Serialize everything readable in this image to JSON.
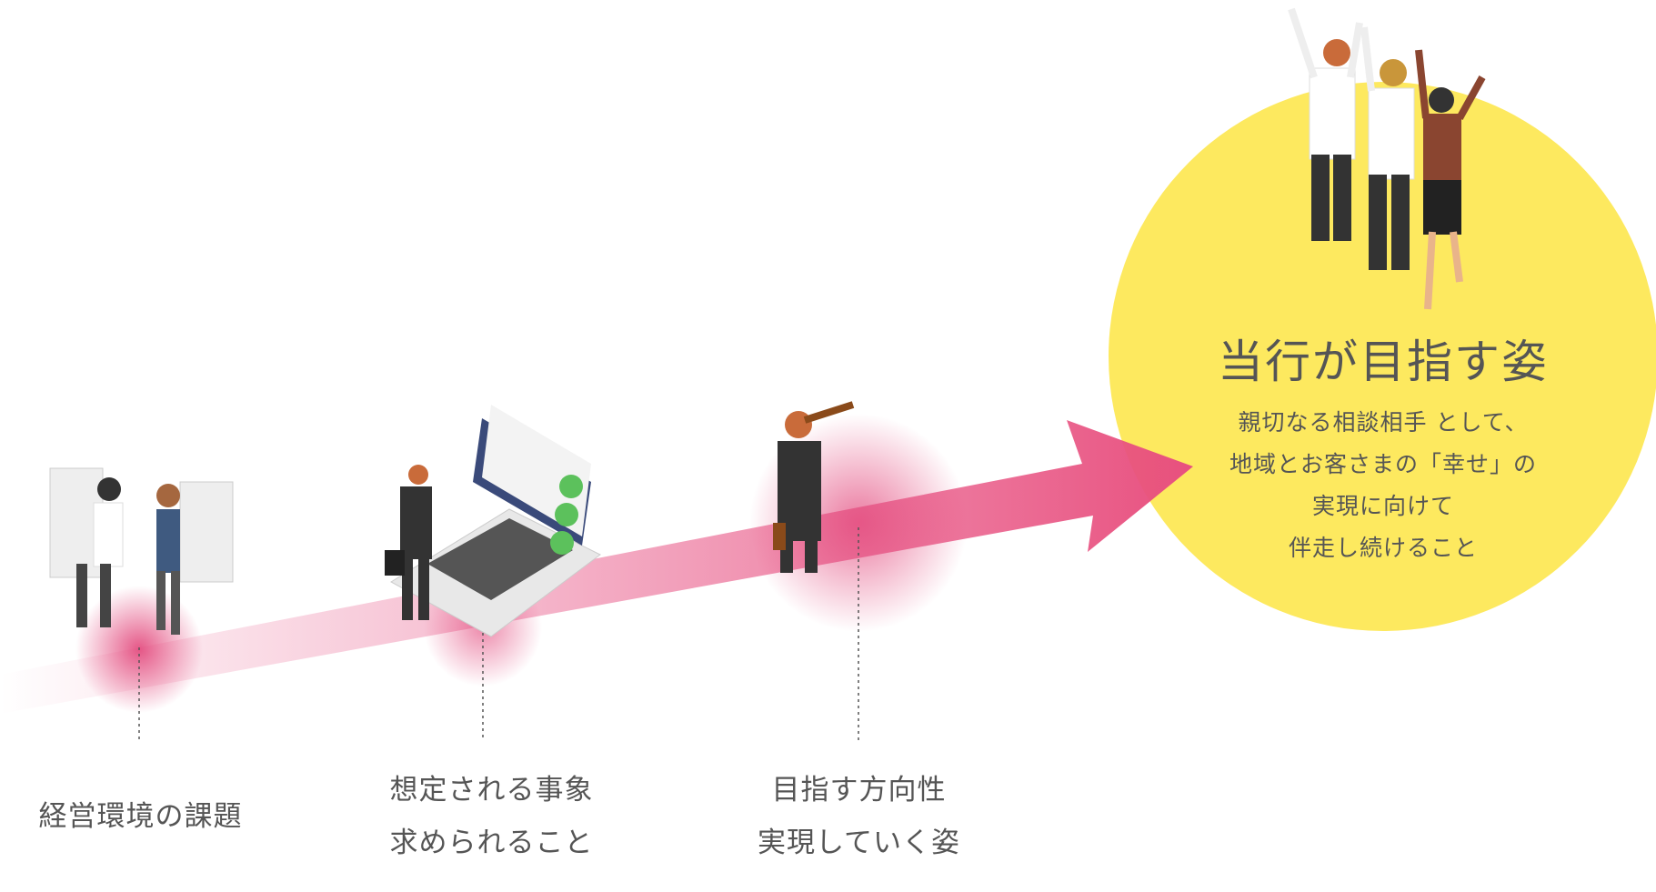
{
  "goal": {
    "title": "当行が目指す姿",
    "lines": [
      "親切なる相談相手 として、",
      "地域とお客さまの「幸せ」の",
      "実現に向けて",
      "伴走し続けること"
    ]
  },
  "steps": [
    {
      "lines": [
        "経営環境の課題"
      ]
    },
    {
      "lines": [
        "想定される事象",
        "求められること"
      ]
    },
    {
      "lines": [
        "目指す方向性",
        "実現していく姿"
      ]
    }
  ],
  "colors": {
    "arrow": "#e85a8a",
    "circle": "#fde95f",
    "text": "#555555",
    "suit": "#3a3a3a"
  }
}
